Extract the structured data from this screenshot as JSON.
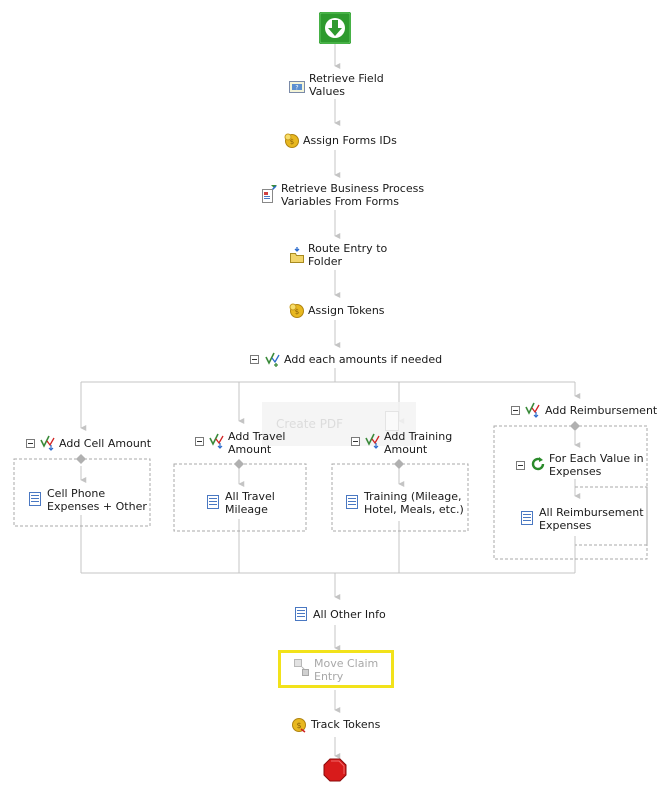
{
  "diagram": {
    "steps": {
      "retrieve_field_values": [
        "Retrieve Field",
        "Values"
      ],
      "assign_forms_ids": [
        "Assign Forms IDs"
      ],
      "retrieve_bp_vars": [
        "Retrieve Business Process",
        "Variables From Forms"
      ],
      "route_entry": [
        "Route Entry to",
        "Folder"
      ],
      "assign_tokens": [
        "Assign Tokens"
      ],
      "add_each_amounts": [
        "Add each amounts if needed"
      ],
      "add_cell_amount": [
        "Add Cell Amount"
      ],
      "cell_phone": [
        "Cell Phone",
        "Expenses + Other"
      ],
      "add_travel_amount": [
        "Add Travel",
        "Amount"
      ],
      "all_travel_mileage": [
        "All Travel",
        "Mileage"
      ],
      "add_training_amount": [
        "Add Training",
        "Amount"
      ],
      "training": [
        "Training (Mileage,",
        "Hotel, Meals, etc.)"
      ],
      "add_reimbursement": [
        "Add Reimbursement"
      ],
      "for_each_value": [
        "For Each Value in",
        "Expenses"
      ],
      "all_reimbursement": [
        "All Reimbursement",
        "Expenses"
      ],
      "all_other_info": [
        "All Other Info"
      ],
      "move_claim_entry": [
        "Move Claim",
        "Entry"
      ],
      "track_tokens": [
        "Track Tokens"
      ]
    },
    "drag_ghost_label": "Create PDF",
    "colors": {
      "start": "#2e9a2e",
      "stop": "#d81b1b",
      "connector": "#c4c4c4",
      "dashed_border": "#aaaaaa",
      "highlight": "#f2e21a",
      "form_icon": "#4a78c2",
      "token_icon": "#e8b820"
    },
    "icons": {
      "start": "start-arrow-down-icon",
      "stop": "stop-octagon-icon",
      "retrieve_field_values": "field-values-icon",
      "assign_forms_ids": "token-coin-icon",
      "retrieve_bp_vars": "form-variables-icon",
      "route_entry": "folder-route-icon",
      "assign_tokens": "token-coin-icon",
      "conditional": "conditional-check-icon",
      "form": "form-document-icon",
      "loop": "repeat-loop-icon",
      "move_entry": "move-entry-icon",
      "track_tokens": "track-tokens-icon"
    }
  }
}
